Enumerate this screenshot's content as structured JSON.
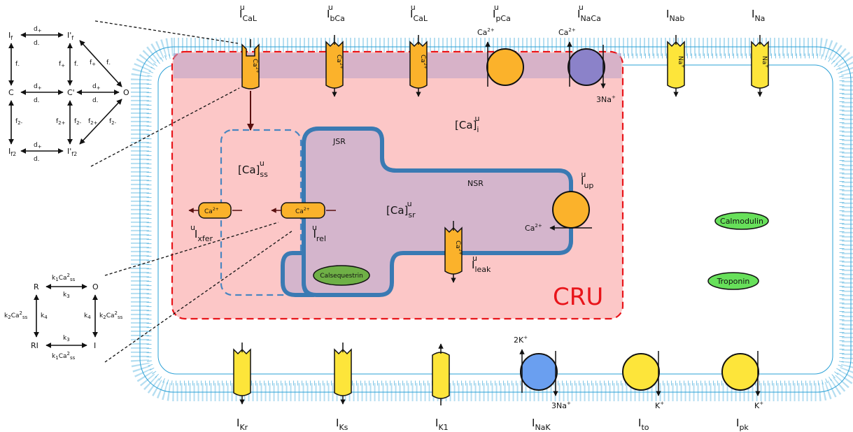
{
  "currents": {
    "top": [
      "I",
      "I",
      "I",
      "I",
      "I",
      "I",
      "I"
    ],
    "top_sub": [
      "CaL",
      "bCa",
      "CaL",
      "pCa",
      "NaCa",
      "Nab",
      "Na"
    ],
    "top_sup": [
      "u",
      "u",
      "u",
      "u",
      "u",
      "",
      ""
    ],
    "bottom": [
      "I",
      "I",
      "I",
      "I",
      "I",
      "I"
    ],
    "bottom_sub": [
      "Kr",
      "Ks",
      "K1",
      "NaK",
      "to",
      "pk"
    ]
  },
  "channel_ions": {
    "ca": "Ca",
    "ca_sup": "2+",
    "na": "Na",
    "na_sup": "+"
  },
  "ion_labels": {
    "ca2": "Ca",
    "ca2_sup": "2+",
    "na3": "3Na",
    "na3_sup": "+",
    "k2": "2K",
    "k2_sup": "+",
    "k": "K",
    "k_sup": "+"
  },
  "compartments": {
    "ca_i": "[Ca]",
    "ca_i_sub": "i",
    "ca_i_sup": "u",
    "ca_ss": "[Ca]",
    "ca_ss_sub": "ss",
    "ca_ss_sup": "u",
    "ca_sr": "[Ca]",
    "ca_sr_sub": "sr",
    "ca_sr_sup": "u",
    "jsr": "JSR",
    "nsr": "NSR",
    "cru": "CRU"
  },
  "inner_currents": {
    "xfer": "I",
    "xfer_sub": "xfer",
    "xfer_sup": "u",
    "rel": "I",
    "rel_sub": "rel",
    "rel_sup": "u",
    "leak": "I",
    "leak_sub": "leak",
    "leak_sup": "u",
    "up": "I",
    "up_sub": "up",
    "up_sup": "u"
  },
  "buffers": {
    "calsequestrin": "Calsequestrin",
    "calmodulin": "Calmodulin",
    "troponin": "Troponin"
  },
  "lcc_model": {
    "states": [
      "I",
      "I'",
      "C",
      "C'",
      "O",
      "I",
      "I'"
    ],
    "state_subs": [
      "f",
      "f",
      "",
      "",
      "",
      "f2",
      "f2"
    ],
    "rates": [
      "d",
      "+",
      "d",
      "-",
      "f",
      "+",
      "f",
      "-",
      "f",
      "2+",
      "f",
      "2-"
    ]
  },
  "ryr_model": {
    "states": [
      "R",
      "O",
      "RI",
      "I"
    ],
    "k1": "k",
    "k1_sub": "1",
    "ca": "Ca",
    "ca_sup": "2",
    "ca_sub": "ss",
    "k2": "k",
    "k2_sub": "2",
    "k3": "k",
    "k3_sub": "3",
    "k4": "k",
    "k4_sub": "4"
  },
  "colors": {
    "membrane": "#2aa0d6",
    "cru_fill": "#fcc7c7",
    "cru_border": "#e8141a",
    "sr_fill": "#d4b5cc",
    "sr_border": "#3a7ab3",
    "ss_border": "#4a86c0",
    "orange": "#fbb22b",
    "yellow": "#fde53a",
    "purple": "#8b82c9",
    "blue": "#6a9ff0",
    "green": "#67e05a",
    "dark_green": "#6fb046"
  }
}
